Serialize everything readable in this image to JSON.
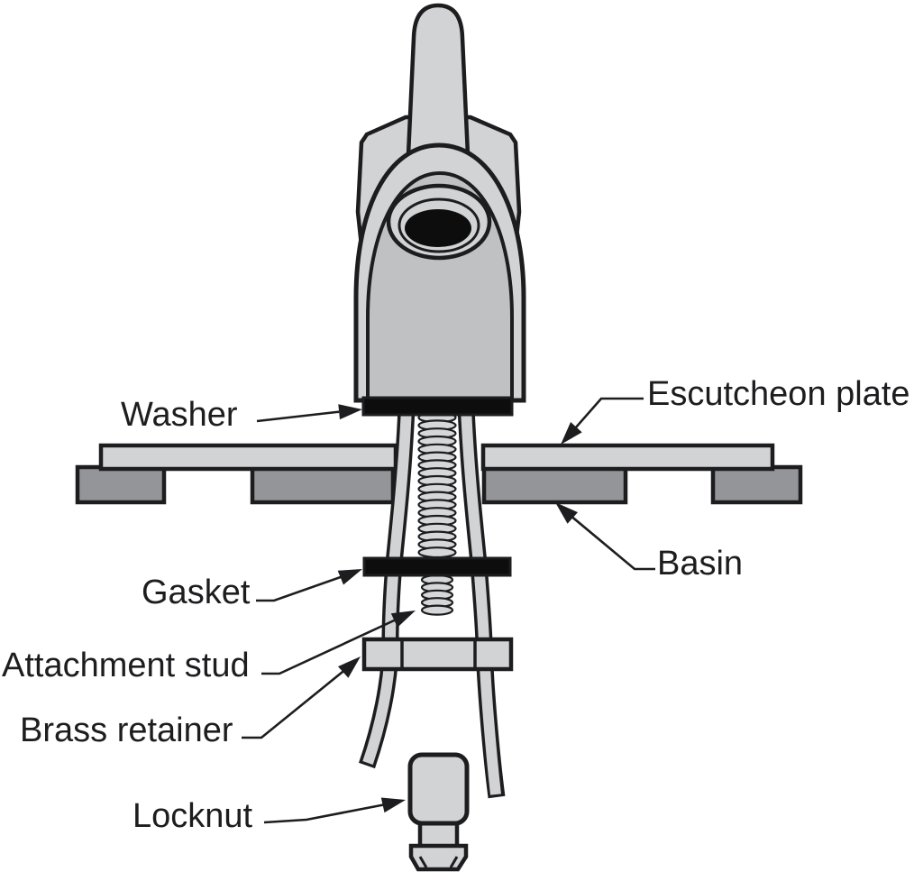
{
  "diagram": {
    "subject": "Faucet mounting cross-section",
    "labels": {
      "washer": "Washer",
      "escutcheon_plate": "Escutcheon plate",
      "basin": "Basin",
      "gasket": "Gasket",
      "attachment_stud": "Attachment stud",
      "brass_retainer": "Brass retainer",
      "locknut": "Locknut"
    },
    "colors": {
      "light_gray": "#d2d3d5",
      "body_gray": "#bfc1c3",
      "basin_gray": "#949598",
      "coil_gray": "#d6d7d9",
      "seal_black": "#0d0d0d",
      "outline": "#1d1d1f",
      "label_text": "#1d1d1f",
      "background": "#ffffff"
    }
  }
}
